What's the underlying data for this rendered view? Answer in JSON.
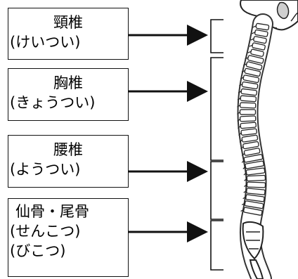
{
  "labels": {
    "cervical": {
      "name": "頸椎",
      "reading": "(けいつい)"
    },
    "thoracic": {
      "name": "胸椎",
      "reading": "(きょうつい)"
    },
    "lumbar": {
      "name": "腰椎",
      "reading": "(ようつい)"
    },
    "sacrum_coccyx": {
      "name": "仙骨・尾骨",
      "reading_sacrum": "(せんこつ)",
      "reading_coccyx": "(びこつ)"
    }
  },
  "colors": {
    "line": "#111111",
    "bone_fill": "#ffffff",
    "bone_outline": "#222222"
  }
}
